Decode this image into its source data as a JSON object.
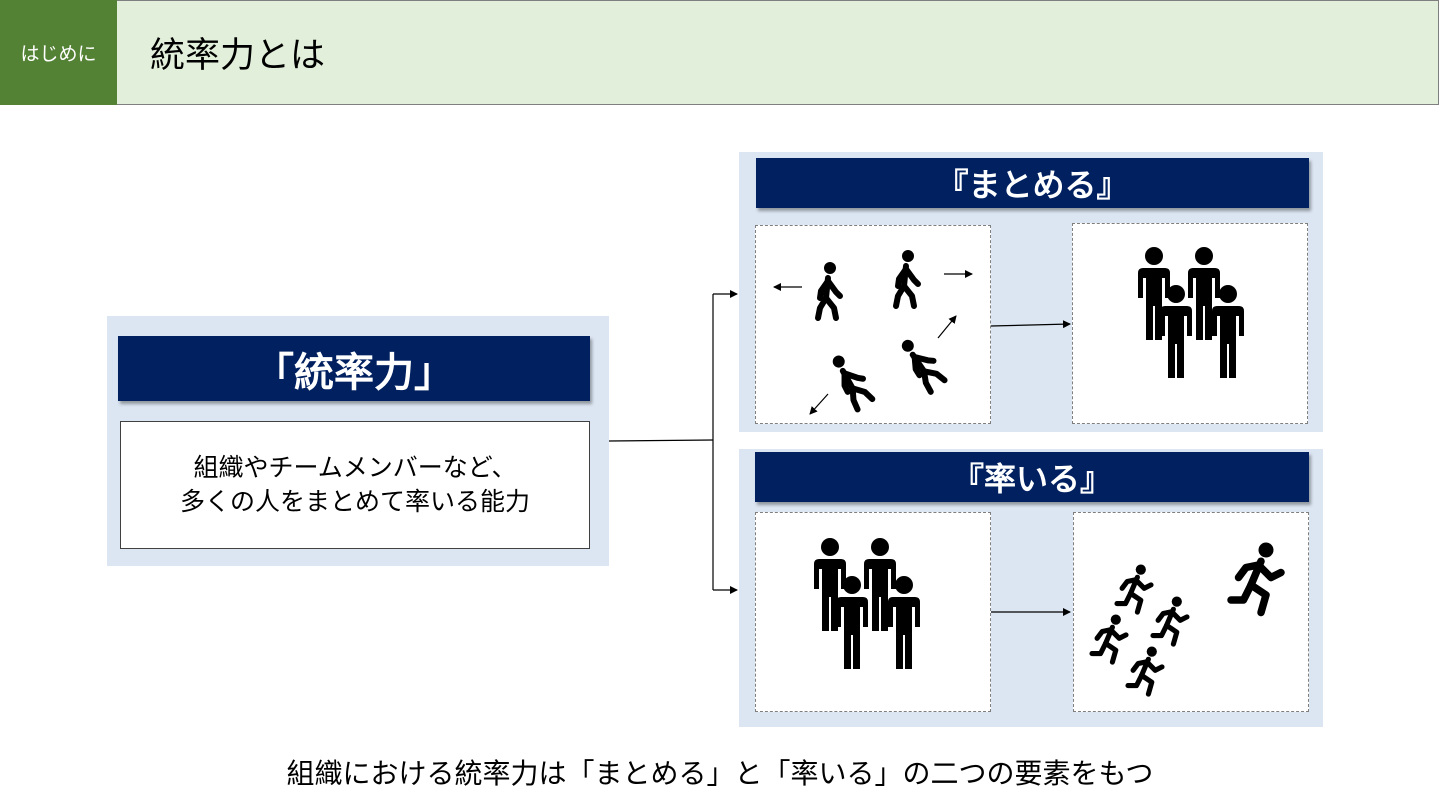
{
  "header": {
    "tag": "はじめに",
    "title": "統率力とは"
  },
  "definition": {
    "title": "「統率力」",
    "line1": "組織やチームメンバーなど、",
    "line2": "多くの人をまとめて率いる能力"
  },
  "matomeru": {
    "title": "『まとめる』"
  },
  "hikiiru": {
    "title": "『率いる』"
  },
  "summary": "組織における統率力は「まとめる」と「率いる」の二つの要素をもつ",
  "colors": {
    "header_tag": "#548235",
    "header_bar": "#e2efda",
    "panel": "#dce6f2",
    "navy": "#002060"
  }
}
